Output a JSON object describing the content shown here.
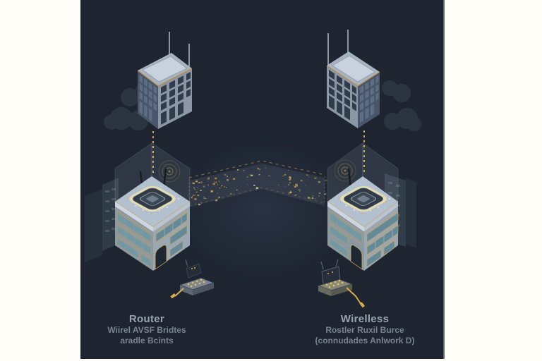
{
  "labels": {
    "left": {
      "title": "Router",
      "line1": "Wiirel AVSF Bridtes",
      "line2": "aradle Bcints"
    },
    "right": {
      "title": "Wirelless",
      "line1": "Rostler Ruxil Burce",
      "line2": "(connudades Anlwork D)"
    }
  },
  "colors": {
    "page_bg": "#fffdf7",
    "panel_bg": "#1e2531",
    "accent_gold": "#d2a445",
    "trim_gold": "#c9a14f",
    "heading_text": "#9aa4b1",
    "sub_text": "#78838f"
  }
}
